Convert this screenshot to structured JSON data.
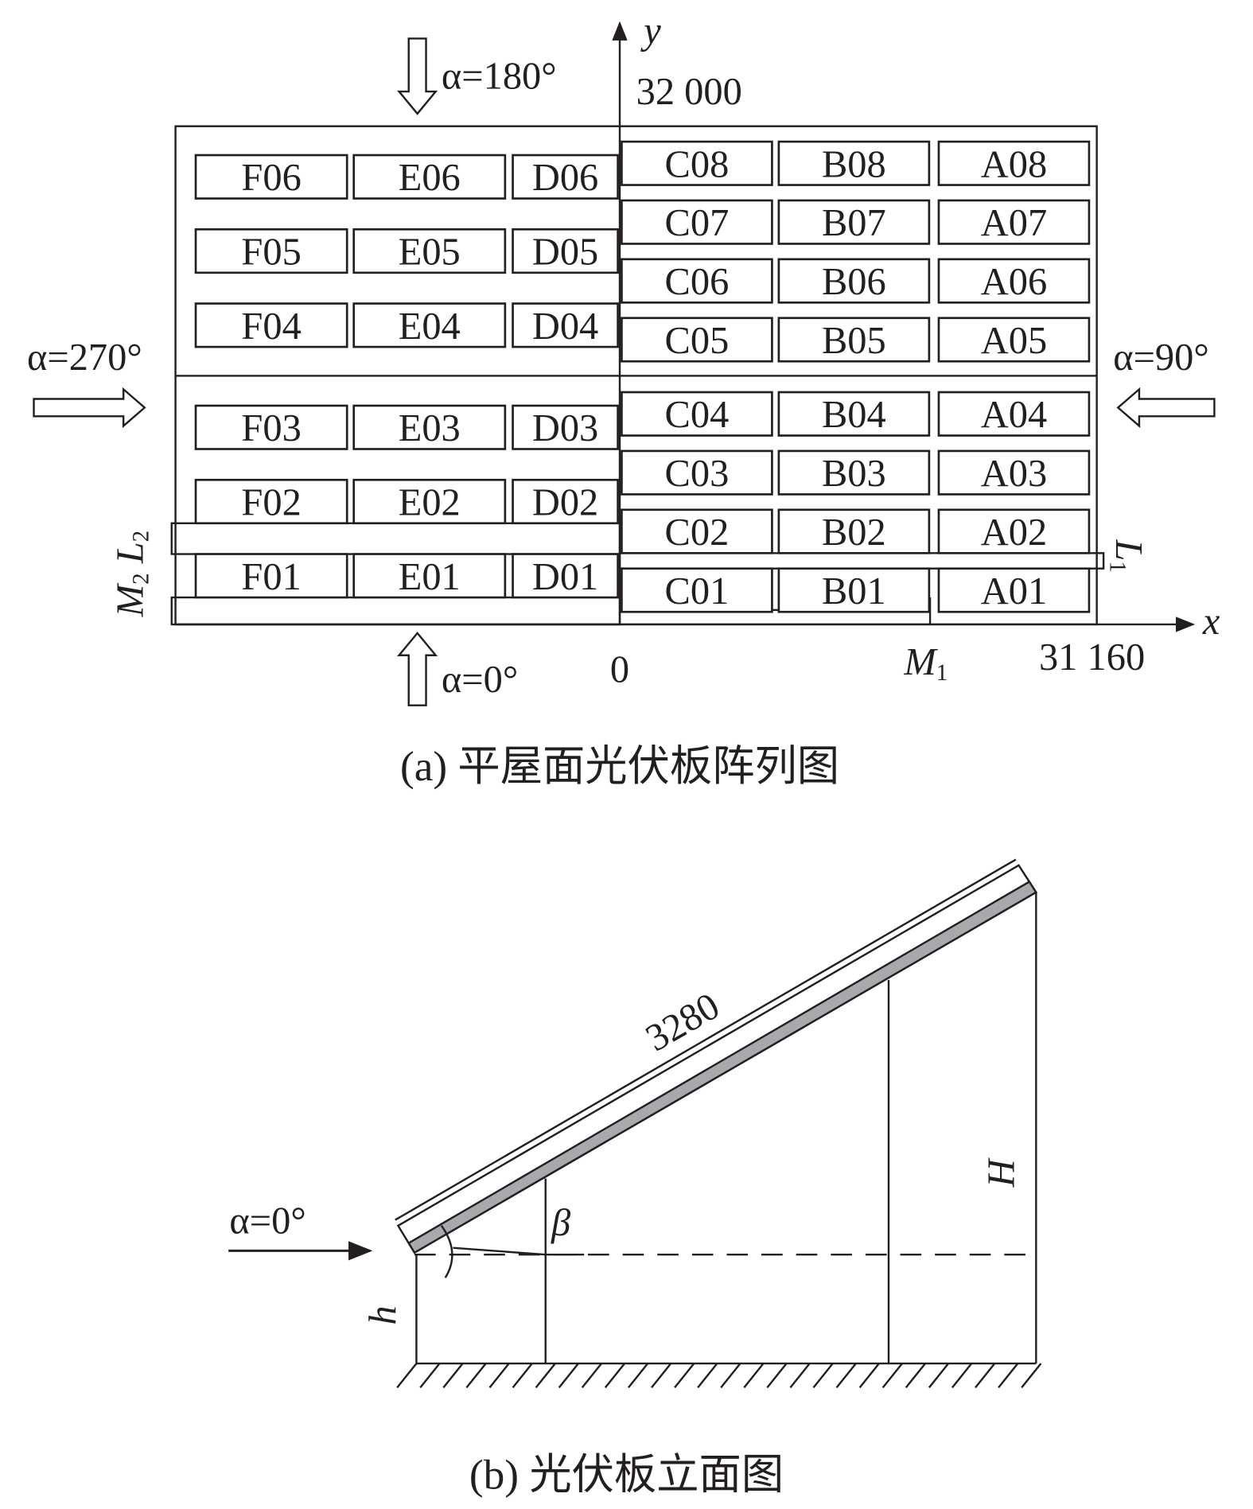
{
  "part_a": {
    "caption": "(a) 平屋面光伏板阵列图",
    "y_axis_label": "y",
    "x_axis_label": "x",
    "y_max_label": "32 000",
    "origin_label": "0",
    "x_max_label": "31 160",
    "m1_label": "M",
    "m1_sub": "1",
    "m2_label": "M",
    "m2_sub": "2",
    "l2_label": "L",
    "l2_sub": "2",
    "l1_label": "L",
    "l1_sub": "1",
    "wind_180": "α=180°",
    "wind_0": "α=0°",
    "wind_270": "α=270°",
    "wind_90": "α=90°",
    "left_rows": [
      [
        "F06",
        "E06",
        "D06"
      ],
      [
        "F05",
        "E05",
        "D05"
      ],
      [
        "F04",
        "E04",
        "D04"
      ],
      [
        "F03",
        "E03",
        "D03"
      ],
      [
        "F02",
        "E02",
        "D02"
      ],
      [
        "F01",
        "E01",
        "D01"
      ]
    ],
    "right_rows": [
      [
        "C08",
        "B08",
        "A08"
      ],
      [
        "C07",
        "B07",
        "A07"
      ],
      [
        "C06",
        "B06",
        "A06"
      ],
      [
        "C05",
        "B05",
        "A05"
      ],
      [
        "C04",
        "B04",
        "A04"
      ],
      [
        "C03",
        "B03",
        "A03"
      ],
      [
        "C02",
        "B02",
        "A02"
      ],
      [
        "C01",
        "B01",
        "A01"
      ]
    ]
  },
  "part_b": {
    "caption": "(b) 光伏板立面图",
    "panel_length": "3280",
    "wind_label": "α=0°",
    "beta_label": "β",
    "h_label": "h",
    "H_label": "H"
  }
}
